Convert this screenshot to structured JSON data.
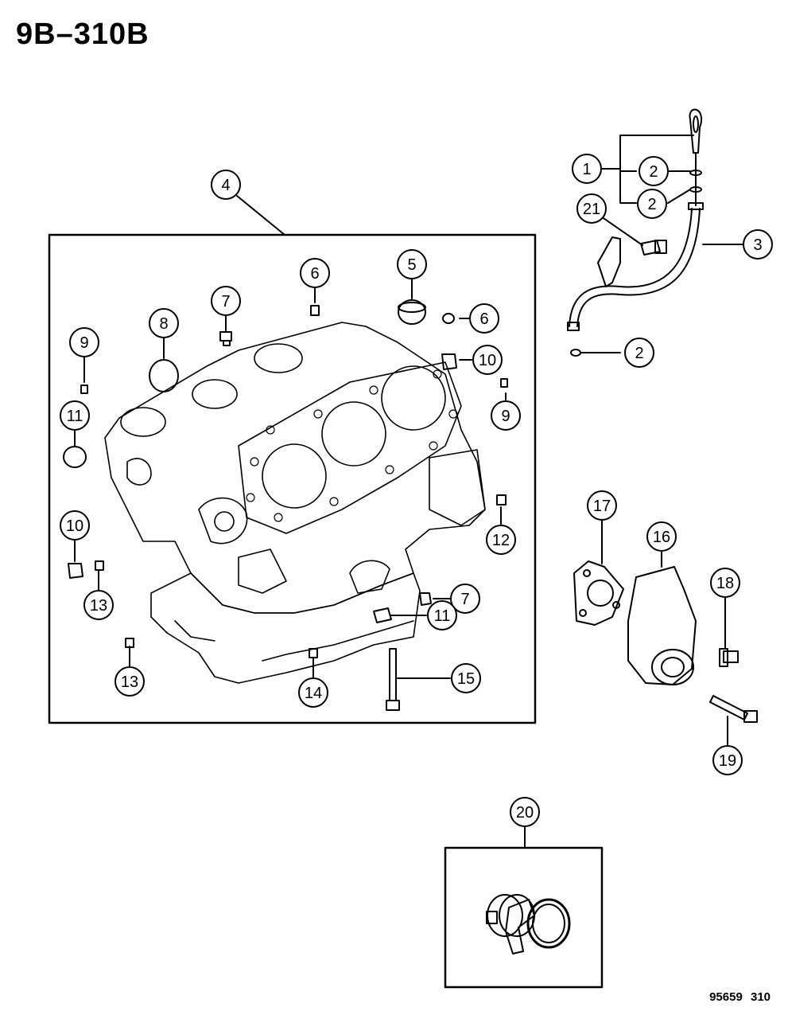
{
  "header": {
    "title": "9B–310B"
  },
  "footer": {
    "drawing_number": "95659 310"
  },
  "callouts": [
    {
      "id": "c1",
      "label": "1"
    },
    {
      "id": "c2a",
      "label": "2"
    },
    {
      "id": "c2b",
      "label": "2"
    },
    {
      "id": "c2c",
      "label": "2"
    },
    {
      "id": "c3",
      "label": "3"
    },
    {
      "id": "c4",
      "label": "4"
    },
    {
      "id": "c5",
      "label": "5"
    },
    {
      "id": "c6a",
      "label": "6"
    },
    {
      "id": "c6b",
      "label": "6"
    },
    {
      "id": "c7a",
      "label": "7"
    },
    {
      "id": "c7b",
      "label": "7"
    },
    {
      "id": "c8",
      "label": "8"
    },
    {
      "id": "c9a",
      "label": "9"
    },
    {
      "id": "c9b",
      "label": "9"
    },
    {
      "id": "c10a",
      "label": "10"
    },
    {
      "id": "c10b",
      "label": "10"
    },
    {
      "id": "c11a",
      "label": "11"
    },
    {
      "id": "c11b",
      "label": "11"
    },
    {
      "id": "c12",
      "label": "12"
    },
    {
      "id": "c13a",
      "label": "13"
    },
    {
      "id": "c13b",
      "label": "13"
    },
    {
      "id": "c14",
      "label": "14"
    },
    {
      "id": "c15",
      "label": "15"
    },
    {
      "id": "c16",
      "label": "16"
    },
    {
      "id": "c17",
      "label": "17"
    },
    {
      "id": "c18",
      "label": "18"
    },
    {
      "id": "c19",
      "label": "19"
    },
    {
      "id": "c20",
      "label": "20"
    },
    {
      "id": "c21",
      "label": "21"
    }
  ]
}
